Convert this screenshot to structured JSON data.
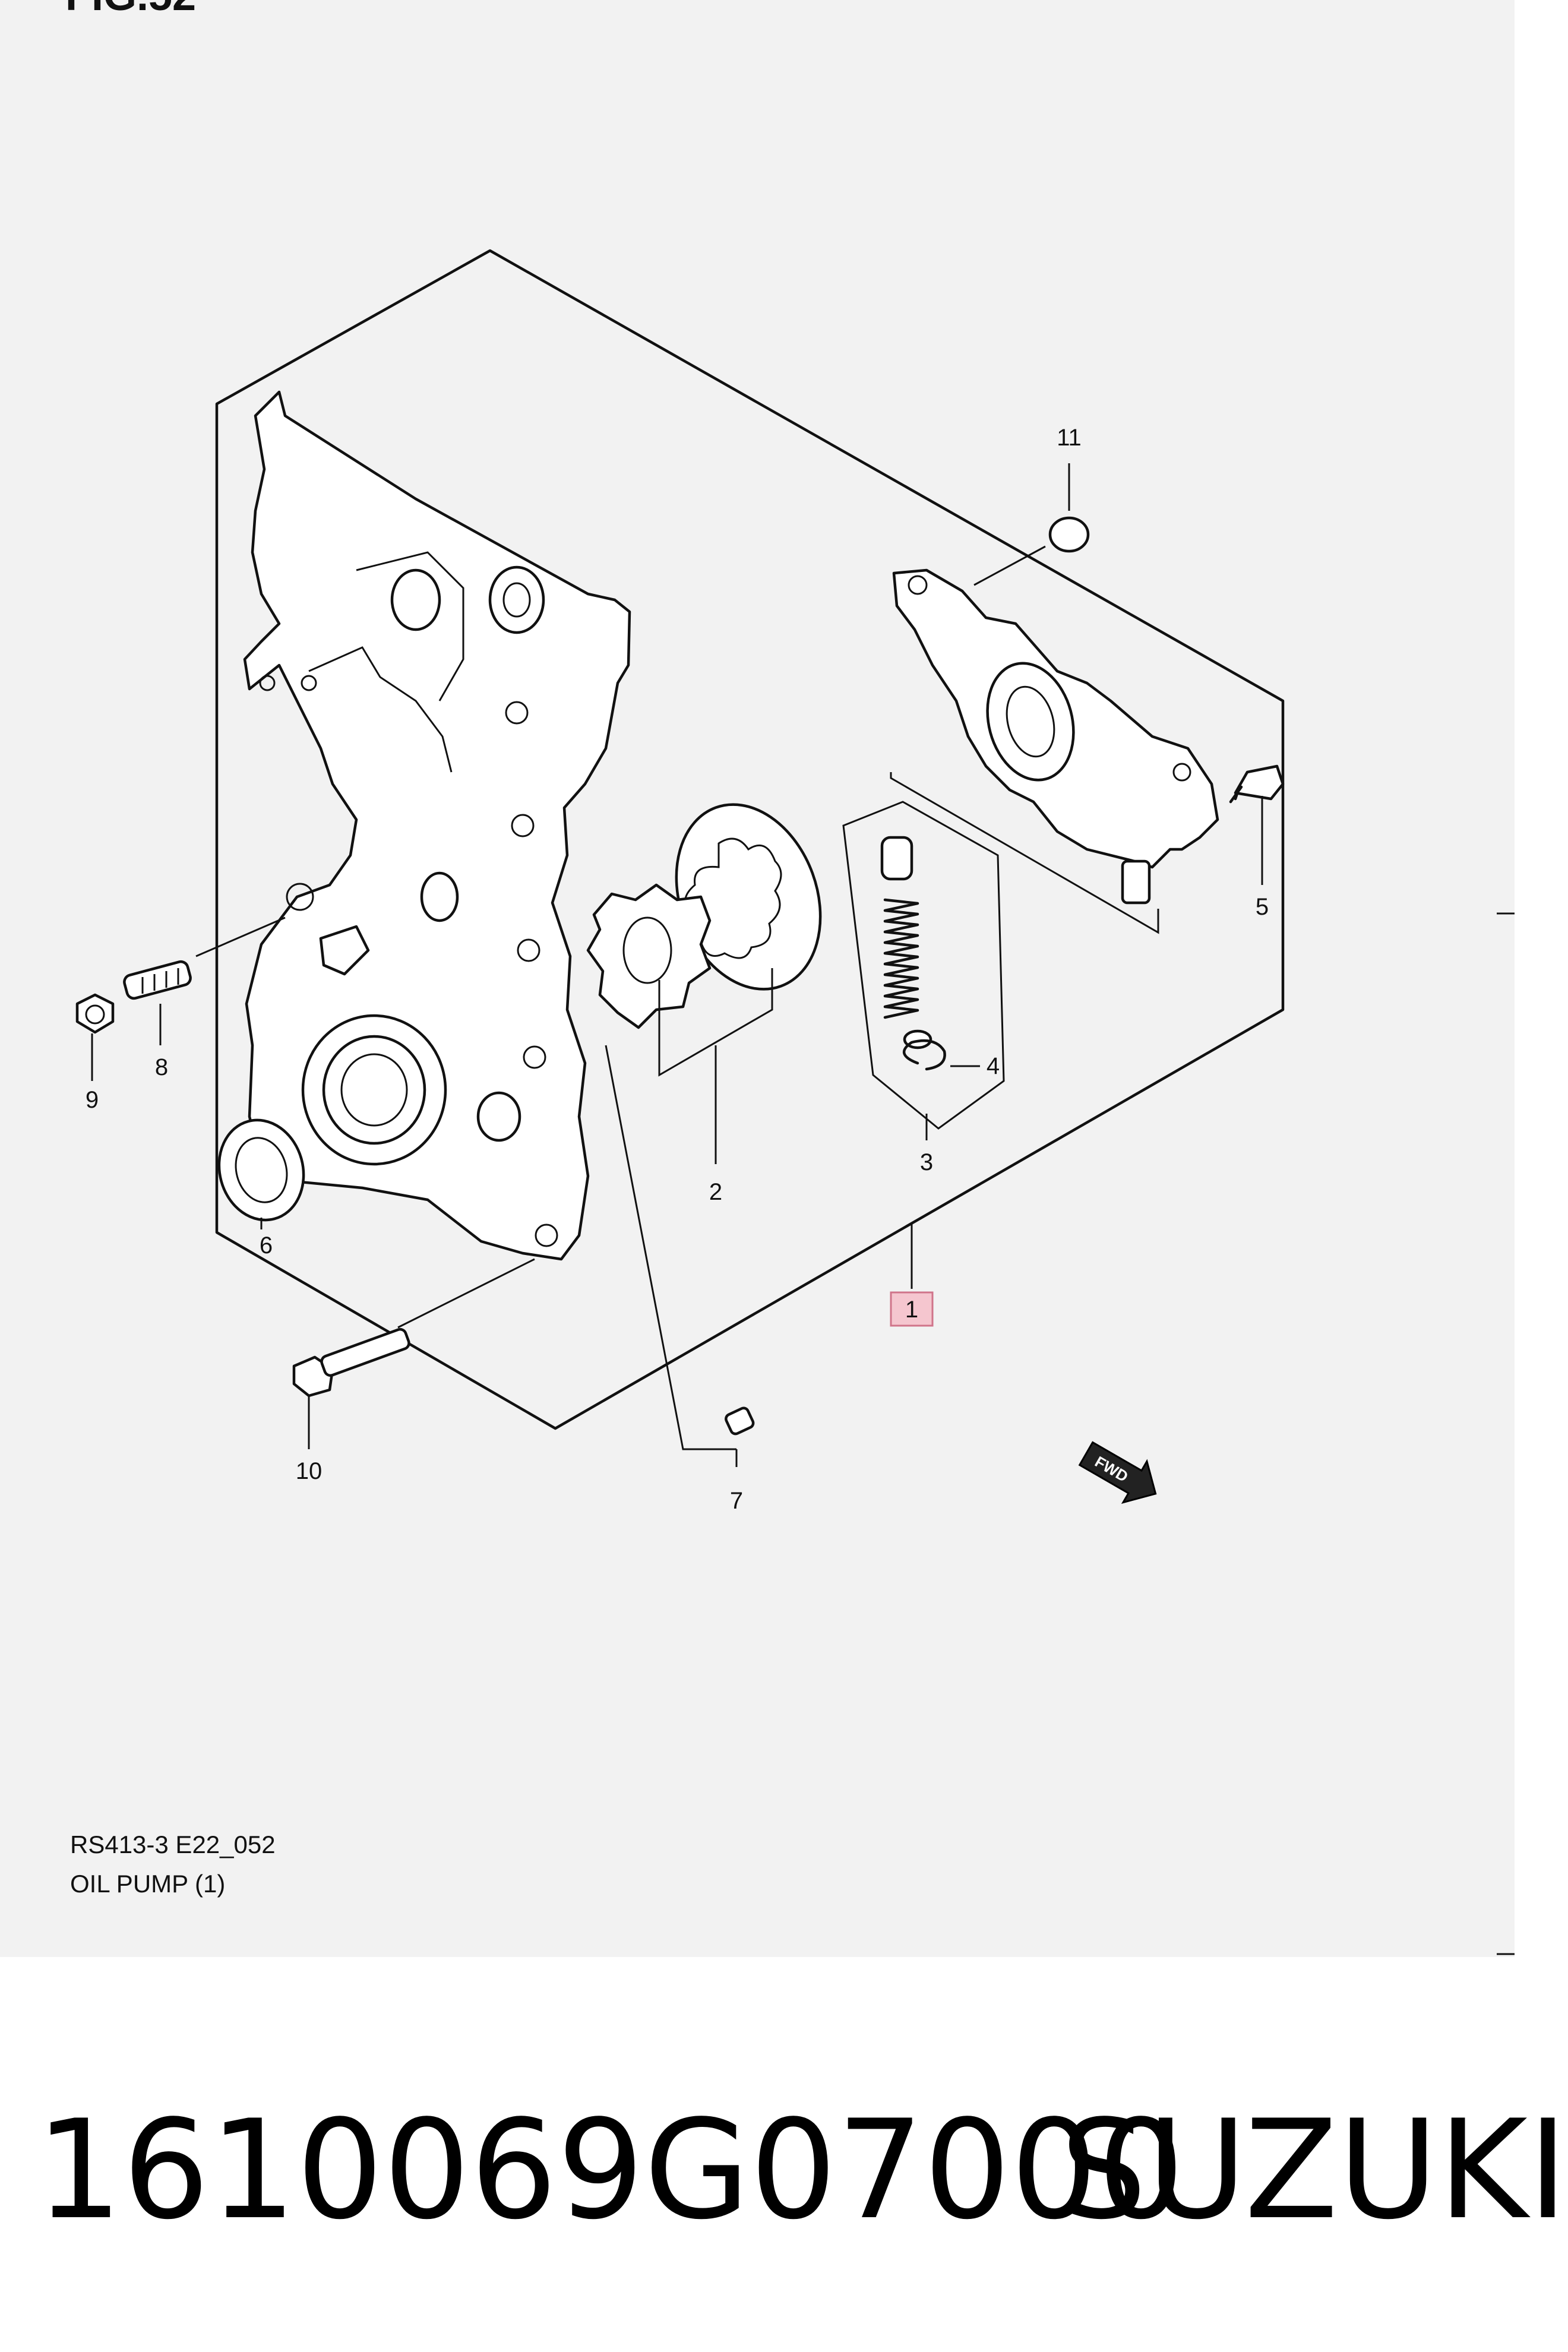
{
  "figure": {
    "title": "FIG.52",
    "callouts": [
      "1",
      "2",
      "3",
      "4",
      "5",
      "6",
      "7",
      "8",
      "9",
      "10",
      "11"
    ],
    "highlighted_callout": "1",
    "highlight_color": "#f5c6cf",
    "fwd_label": "FWD"
  },
  "caption": {
    "code": "RS413-3 E22_052",
    "name": "OIL PUMP (1)"
  },
  "product": {
    "part_number": "1610069G07000",
    "brand": "SUZUKI"
  }
}
